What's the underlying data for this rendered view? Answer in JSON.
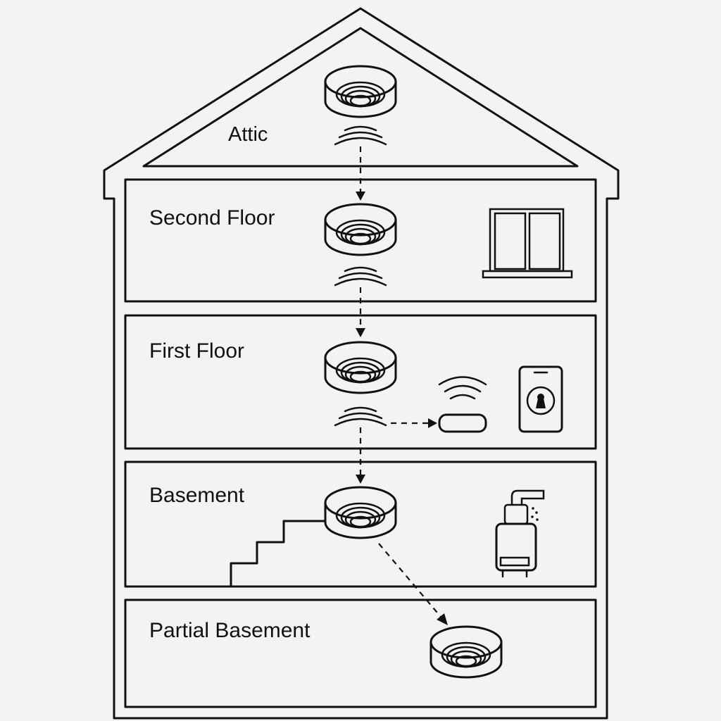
{
  "floors": {
    "attic": {
      "label": "Attic"
    },
    "second_floor": {
      "label": "Second Floor"
    },
    "first_floor": {
      "label": "First Floor"
    },
    "basement": {
      "label": "Basement"
    },
    "partial_basement": {
      "label": "Partial Basement"
    }
  },
  "icons": {
    "detector": "smoke-detector-icon",
    "window": "window-icon",
    "hub": "wireless-hub-icon",
    "phone": "smartphone-icon",
    "water_heater": "water-heater-icon",
    "stairs": "stairs-icon"
  },
  "colors": {
    "line": "#111111",
    "background": "#f3f3f3"
  }
}
